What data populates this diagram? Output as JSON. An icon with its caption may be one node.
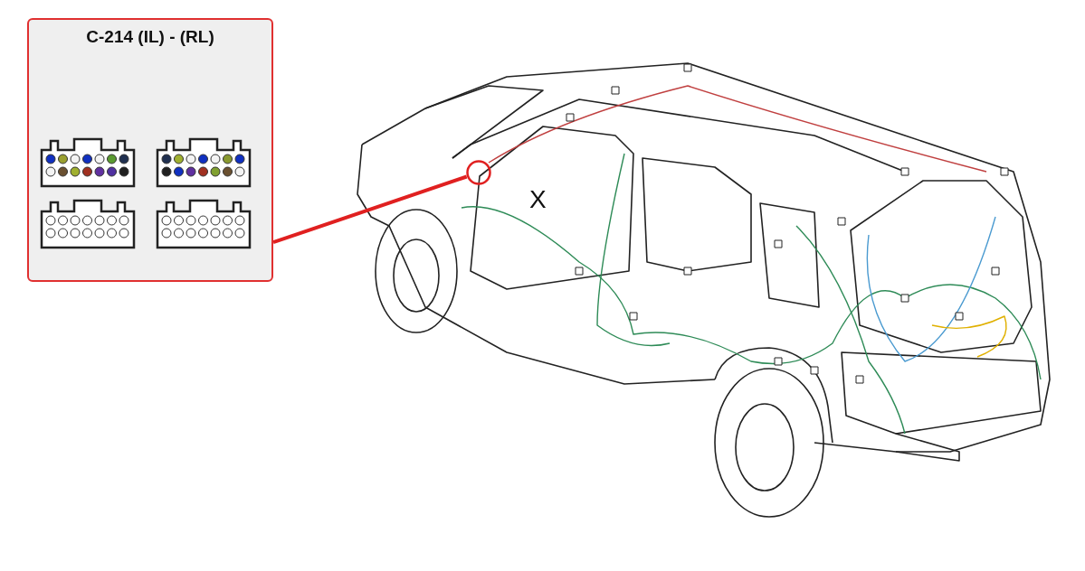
{
  "diagram": {
    "nodes": [
      {
        "text": [
          "C-214 (IL) - (RL)"
        ]
      },
      {
        "text": [],
        "shape": "circle"
      }
    ],
    "edges": [
      {
        "from": 0,
        "to": 1,
        "arrow": "none"
      }
    ],
    "labels": [
      "X"
    ]
  }
}
